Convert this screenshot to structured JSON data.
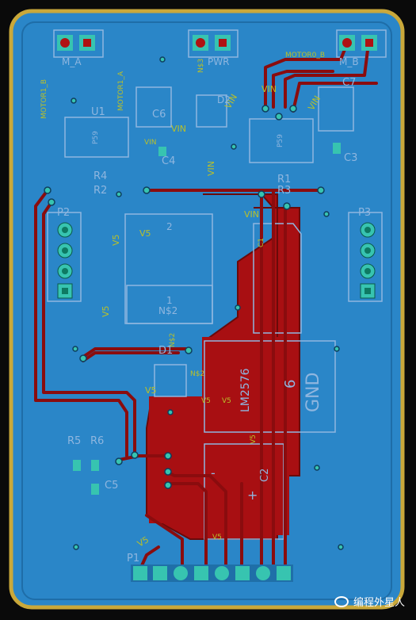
{
  "labels": {
    "m_a": "M_A",
    "motor1_b": "MOTOR1_B",
    "motor1_a": "MOTOR1_A",
    "pwr": "PWR",
    "ns3": "N$3",
    "motor0_b": "MOTOR0_B",
    "m_b": "M_B",
    "u1": "U1",
    "c6": "C6",
    "c7": "C7",
    "vin1": "VIN",
    "vin2": "VIN",
    "vin3": "VIN",
    "vin4": "VIN",
    "vin5": "VIN",
    "vin6": "VIN",
    "vin7": "VIN",
    "d2": "D2",
    "c4": "C4",
    "c3": "C3",
    "r4": "R4",
    "r2": "R2",
    "r3": "R3",
    "r1": "R1",
    "p2": "P2",
    "p3": "P3",
    "v5a": "V5",
    "v5b": "V5",
    "v5c": "V5",
    "v5d": "V5",
    "v5e": "V5",
    "v5f": "V5",
    "v5g": "V5",
    "v5h": "V5",
    "v5i": "V5",
    "pin2": "2",
    "pin1": "1",
    "ns2a": "N$2",
    "ns2b": "N$2",
    "ns2c": "N$2",
    "d1": "D1",
    "lm2576": "LM2576",
    "gnd": "GND",
    "six": "6",
    "r5": "R5",
    "r6": "R6",
    "c5": "C5",
    "c2": "C2",
    "c1": "C1",
    "p1": "P1",
    "p59a": "P59",
    "p59b": "P59",
    "plus": "+",
    "minus": "-"
  },
  "watermark": "编程外星人",
  "colors": {
    "board": "#2a86c8",
    "outline": "#c9a83a",
    "trace": "#b01212",
    "via": "#37c4b0"
  }
}
